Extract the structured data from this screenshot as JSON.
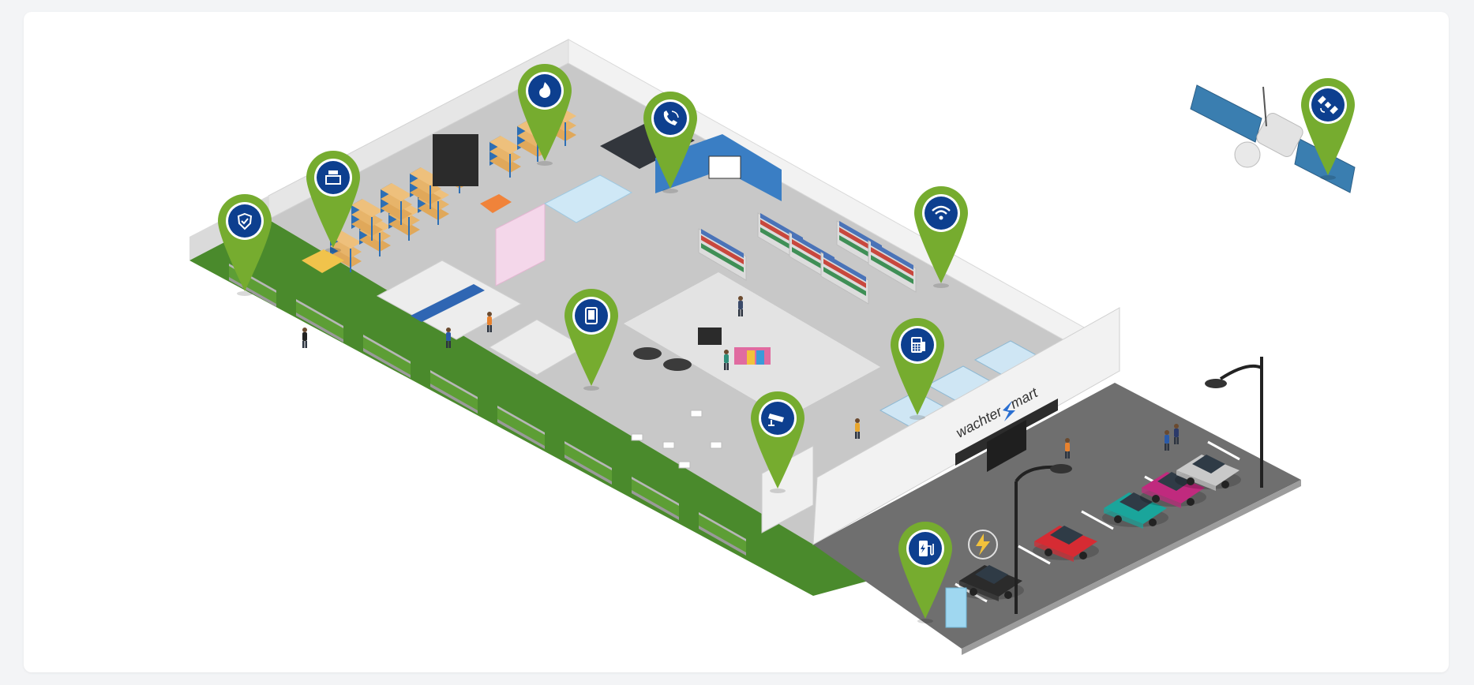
{
  "store": {
    "brand_name": "wachter",
    "brand_suffix": "mart"
  },
  "colors": {
    "pin_green": "#76ac2f",
    "pin_blue": "#0d3f8f",
    "floor": "#c9c9c9",
    "wall": "#e9e9e9",
    "grass": "#4a8a2c",
    "asphalt": "#6b6b6b"
  },
  "pins": [
    {
      "id": "access-control",
      "icon": "shield-check-icon"
    },
    {
      "id": "warehouse",
      "icon": "boxes-icon"
    },
    {
      "id": "fire",
      "icon": "flame-icon"
    },
    {
      "id": "phone",
      "icon": "phone-icon"
    },
    {
      "id": "wifi",
      "icon": "wifi-icon"
    },
    {
      "id": "mobile",
      "icon": "tablet-icon"
    },
    {
      "id": "pos",
      "icon": "pos-terminal-icon"
    },
    {
      "id": "cctv",
      "icon": "cctv-camera-icon"
    },
    {
      "id": "ev-charging",
      "icon": "ev-charger-icon"
    },
    {
      "id": "satellite",
      "icon": "satellite-icon"
    }
  ]
}
